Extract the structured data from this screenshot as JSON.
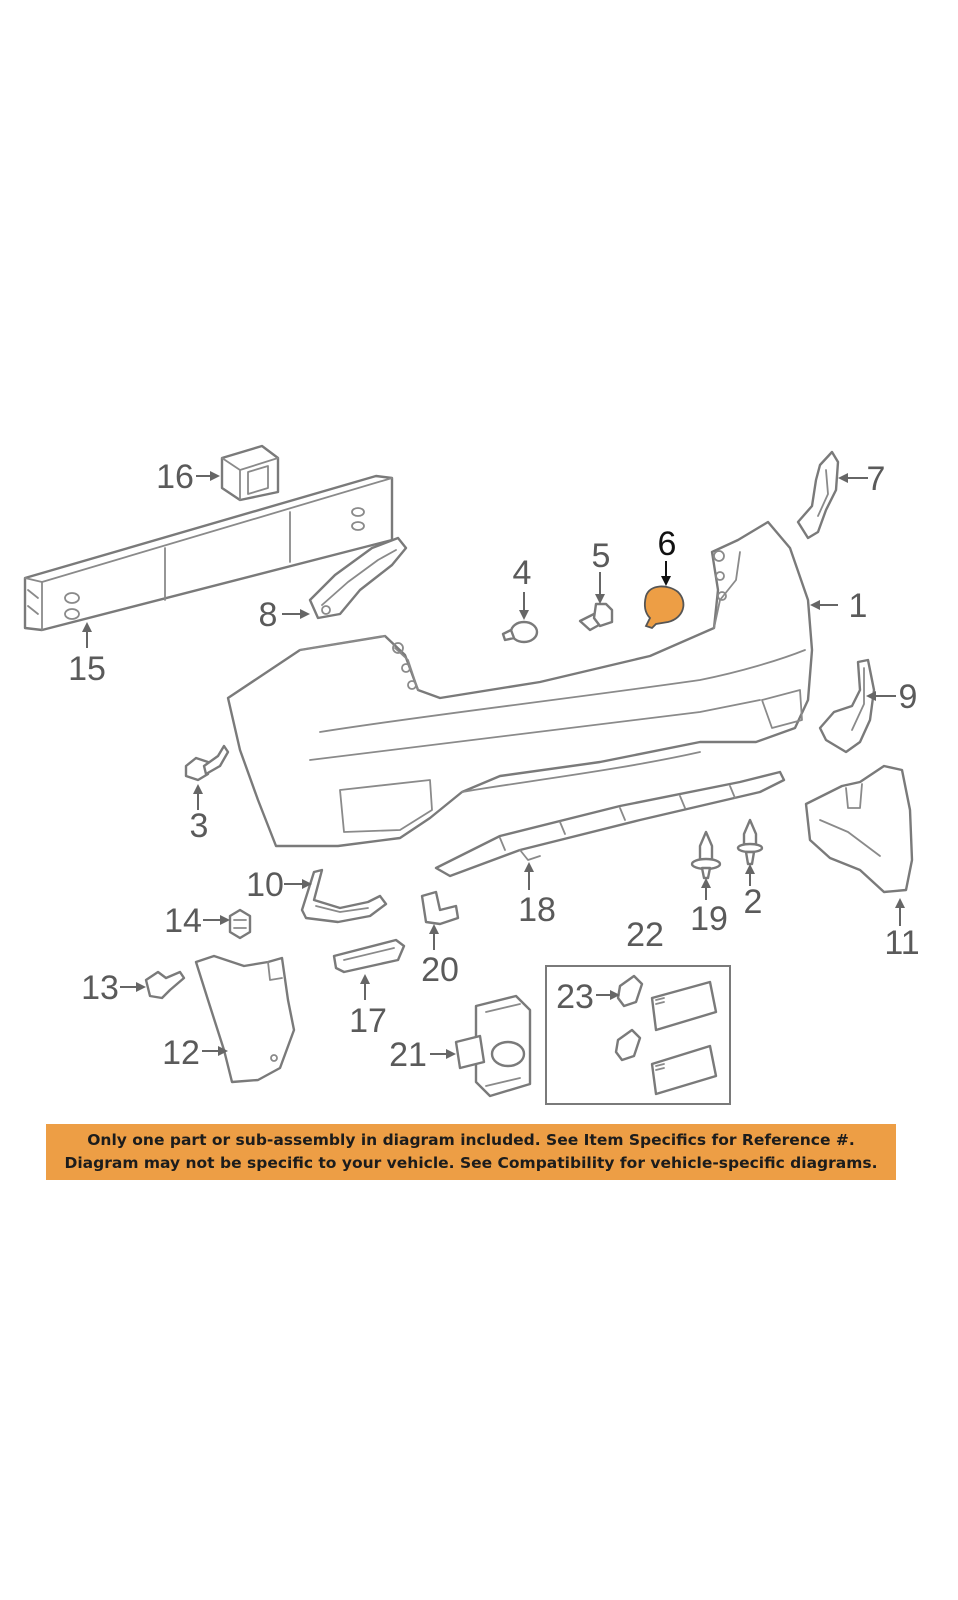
{
  "diagram": {
    "callouts": [
      {
        "id": "1",
        "text": "1"
      },
      {
        "id": "2",
        "text": "2"
      },
      {
        "id": "3",
        "text": "3"
      },
      {
        "id": "4",
        "text": "4"
      },
      {
        "id": "5",
        "text": "5"
      },
      {
        "id": "6",
        "text": "6"
      },
      {
        "id": "7",
        "text": "7"
      },
      {
        "id": "8",
        "text": "8"
      },
      {
        "id": "9",
        "text": "9"
      },
      {
        "id": "10",
        "text": "10"
      },
      {
        "id": "11",
        "text": "11"
      },
      {
        "id": "12",
        "text": "12"
      },
      {
        "id": "13",
        "text": "13"
      },
      {
        "id": "14",
        "text": "14"
      },
      {
        "id": "15",
        "text": "15"
      },
      {
        "id": "16",
        "text": "16"
      },
      {
        "id": "17",
        "text": "17"
      },
      {
        "id": "18",
        "text": "18"
      },
      {
        "id": "19",
        "text": "19"
      },
      {
        "id": "20",
        "text": "20"
      },
      {
        "id": "21",
        "text": "21"
      },
      {
        "id": "22",
        "text": "22"
      },
      {
        "id": "23",
        "text": "23"
      }
    ],
    "highlighted_part": "6",
    "colors": {
      "highlight_fill": "#ed9e45",
      "notice_background": "#ed9e45",
      "line_art": "#7a7a7a",
      "label_text": "#5a5a5a"
    }
  },
  "notice": {
    "line1": "Only one part or sub-assembly in diagram included. See Item Specifics for Reference #.",
    "line2": "Diagram may not be specific to your vehicle. See Compatibility for vehicle-specific diagrams."
  }
}
